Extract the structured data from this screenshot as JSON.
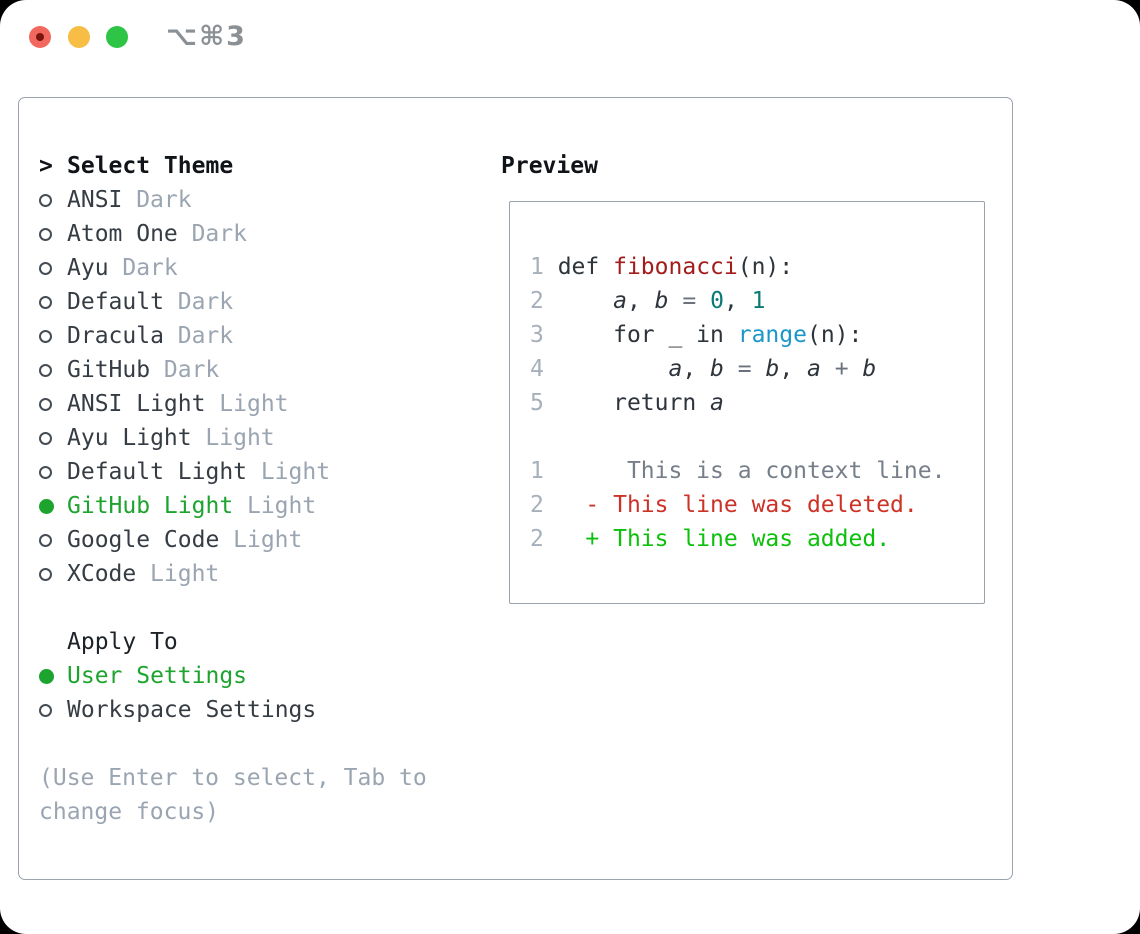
{
  "titlebar": {
    "title": "⌥⌘3"
  },
  "colors": {
    "selected-green": "#1ca42e",
    "added-green": "#0cc00c",
    "deleted-red": "#cd3227",
    "function-red": "#a31c1c",
    "number-teal": "#0b7a75",
    "call-blue": "#1b96c8",
    "plain-dark": "#2e343b",
    "muted-gray": "#9aa5b1",
    "line-number-gray": "#a6b0bb",
    "context-gray": "#767f89",
    "operator-gray": "#6a737d",
    "heading-black": "#101418",
    "item-dark": "#363c43",
    "border-gray": "#99a2ad",
    "title-gray": "#8b9095",
    "traffic-red": "#f2685e",
    "traffic-red-dot": "#7a150d",
    "traffic-yellow": "#f7bd45",
    "traffic-green": "#2ec546"
  },
  "theme_panel": {
    "header": {
      "prompt": ">",
      "label": "Select Theme"
    },
    "themes": [
      {
        "name": "ANSI",
        "tag": "Dark",
        "selected": false
      },
      {
        "name": "Atom One",
        "tag": "Dark",
        "selected": false
      },
      {
        "name": "Ayu",
        "tag": "Dark",
        "selected": false
      },
      {
        "name": "Default",
        "tag": "Dark",
        "selected": false
      },
      {
        "name": "Dracula",
        "tag": "Dark",
        "selected": false
      },
      {
        "name": "GitHub",
        "tag": "Dark",
        "selected": false
      },
      {
        "name": "ANSI Light",
        "tag": "Light",
        "selected": false
      },
      {
        "name": "Ayu Light",
        "tag": "Light",
        "selected": false
      },
      {
        "name": "Default Light",
        "tag": "Light",
        "selected": false
      },
      {
        "name": "GitHub Light",
        "tag": "Light",
        "selected": true
      },
      {
        "name": "Google Code",
        "tag": "Light",
        "selected": false
      },
      {
        "name": "XCode",
        "tag": "Light",
        "selected": false
      }
    ],
    "apply_to": {
      "heading": "Apply To",
      "options": [
        {
          "label": "User Settings",
          "selected": true
        },
        {
          "label": "Workspace Settings",
          "selected": false
        }
      ]
    },
    "hint_lines": [
      "(Use Enter to select, Tab to",
      "change focus)"
    ]
  },
  "preview": {
    "heading": "Preview",
    "code_lines": [
      {
        "segments": [
          {
            "t": "1",
            "s": "ln"
          },
          {
            "t": " def ",
            "s": "pl"
          },
          {
            "t": "fibonacci",
            "s": "fn"
          },
          {
            "t": "(n):",
            "s": "pl"
          }
        ]
      },
      {
        "segments": [
          {
            "t": "2",
            "s": "ln"
          },
          {
            "t": "     ",
            "s": "pl"
          },
          {
            "t": "a",
            "s": "vr"
          },
          {
            "t": ", ",
            "s": "pl"
          },
          {
            "t": "b",
            "s": "vr"
          },
          {
            "t": " = ",
            "s": "op"
          },
          {
            "t": "0",
            "s": "nm"
          },
          {
            "t": ", ",
            "s": "pl"
          },
          {
            "t": "1",
            "s": "nm"
          }
        ]
      },
      {
        "segments": [
          {
            "t": "3",
            "s": "ln"
          },
          {
            "t": "     for _ in ",
            "s": "pl"
          },
          {
            "t": "range",
            "s": "cl"
          },
          {
            "t": "(n):",
            "s": "pl"
          }
        ]
      },
      {
        "segments": [
          {
            "t": "4",
            "s": "ln"
          },
          {
            "t": "         ",
            "s": "pl"
          },
          {
            "t": "a",
            "s": "vr"
          },
          {
            "t": ", ",
            "s": "pl"
          },
          {
            "t": "b",
            "s": "vr"
          },
          {
            "t": " = ",
            "s": "op"
          },
          {
            "t": "b",
            "s": "vr"
          },
          {
            "t": ", ",
            "s": "pl"
          },
          {
            "t": "a",
            "s": "vr"
          },
          {
            "t": " + ",
            "s": "op"
          },
          {
            "t": "b",
            "s": "vr"
          }
        ]
      },
      {
        "segments": [
          {
            "t": "5",
            "s": "ln"
          },
          {
            "t": "     return ",
            "s": "pl"
          },
          {
            "t": "a",
            "s": "vr"
          }
        ]
      },
      {
        "segments": []
      },
      {
        "segments": [
          {
            "t": "1",
            "s": "ln"
          },
          {
            "t": "      This is a context line.",
            "s": "cx"
          }
        ]
      },
      {
        "segments": [
          {
            "t": "2",
            "s": "ln"
          },
          {
            "t": "   - This line was deleted.",
            "s": "dl"
          }
        ]
      },
      {
        "segments": [
          {
            "t": "2",
            "s": "ln"
          },
          {
            "t": "   + This line was added.",
            "s": "ad"
          }
        ]
      }
    ]
  }
}
